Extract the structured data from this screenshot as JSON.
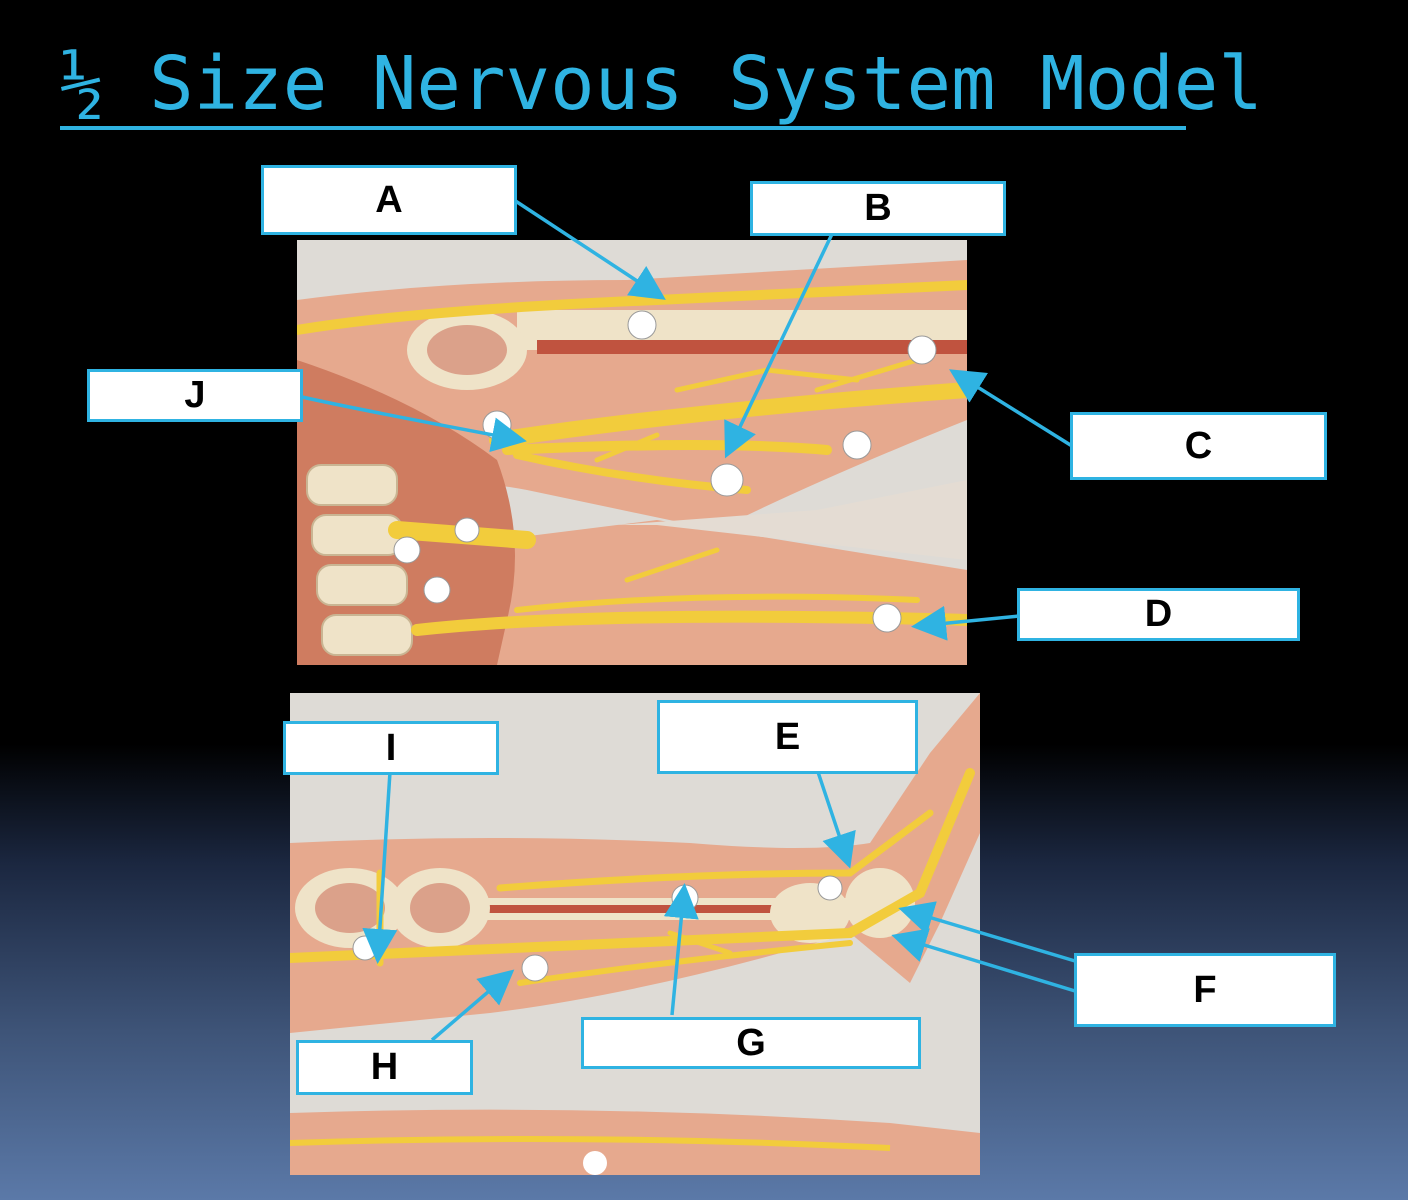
{
  "title": "½ Size Nervous System Model",
  "colors": {
    "accent": "#2fb3e2",
    "nerve": "#f2cc3c",
    "skin": "#e6a98e",
    "bone": "#efe3c8",
    "artery": "#c0533f",
    "background_top": "#000000",
    "background_bottom": "#5b79a8"
  },
  "labels": {
    "a": "A",
    "b": "B",
    "c": "C",
    "d": "D",
    "e": "E",
    "f": "F",
    "g": "G",
    "h": "H",
    "i": "I",
    "j": "J"
  },
  "images": {
    "top": "upper-limb-nerve-model-photo",
    "bottom": "lower-limb-nerve-model-photo"
  }
}
